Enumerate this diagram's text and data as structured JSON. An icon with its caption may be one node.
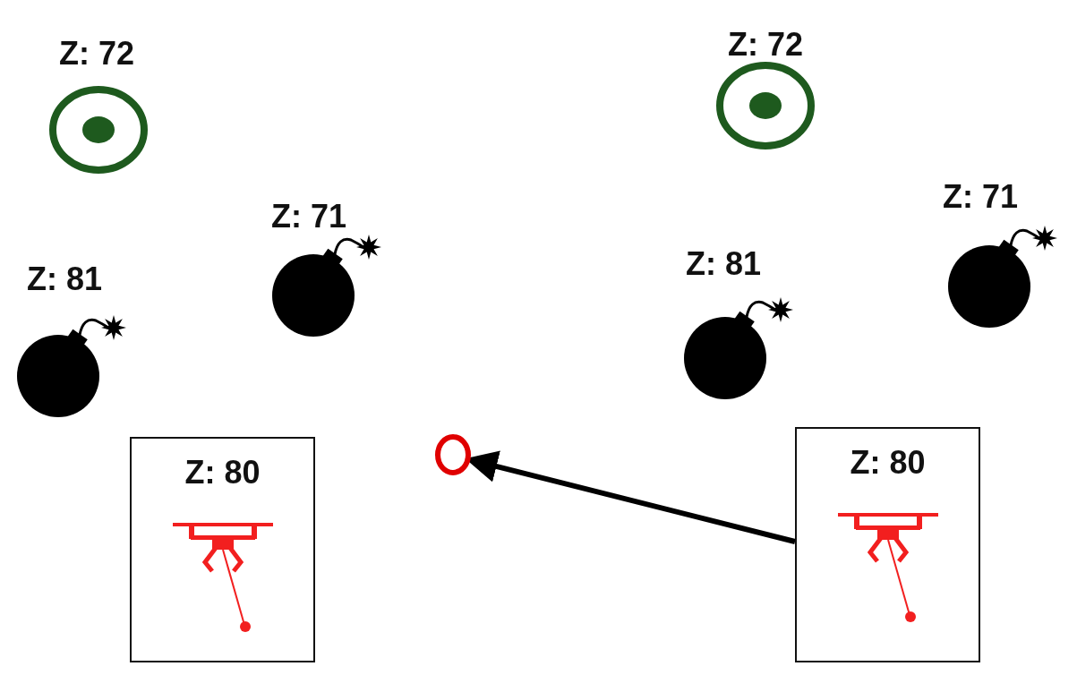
{
  "diagram": {
    "nodes": [
      {
        "text": [
          "Z: 80"
        ]
      },
      {
        "text": [],
        "shape": "circle"
      },
      {
        "text": [
          "Z: 80"
        ]
      }
    ],
    "edges": [
      {
        "from": 2,
        "to": 1,
        "arrow": "to"
      }
    ],
    "labels": [
      "Z: 72",
      "Z: 72",
      "Z: 71",
      "Z: 71",
      "Z: 81",
      "Z: 81"
    ]
  }
}
